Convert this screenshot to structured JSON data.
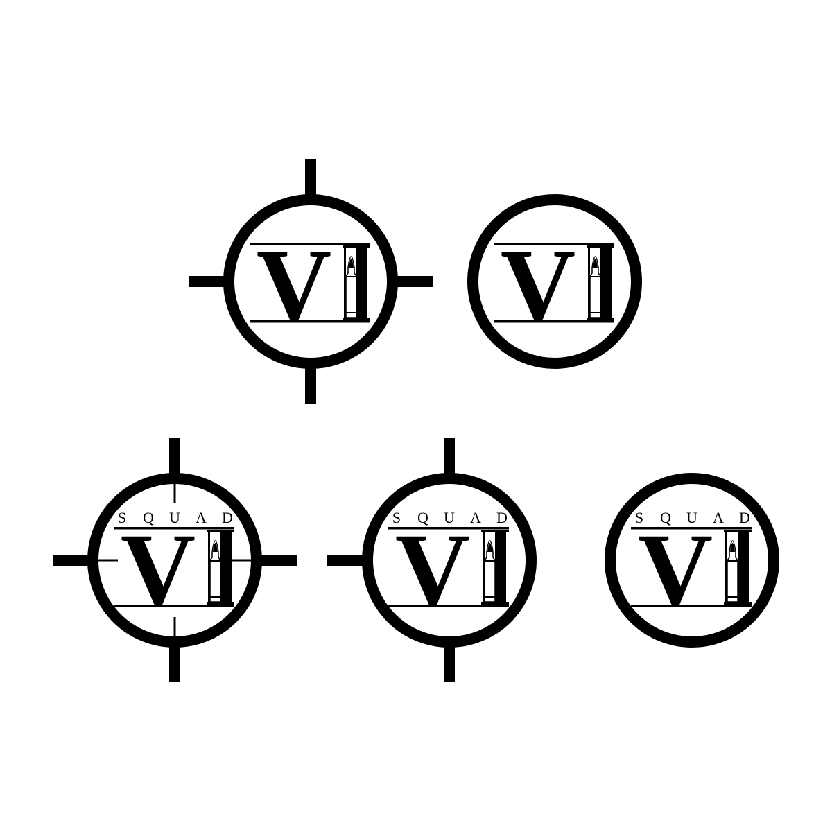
{
  "brand": {
    "monogram_letter": "V",
    "squad_word": "SQUAD",
    "ink_color": "#000000",
    "paper_color": "#ffffff"
  },
  "variants": [
    {
      "id": "crosshair-full",
      "crosshair": "full",
      "inner_ticks": false,
      "has_squad_word": false
    },
    {
      "id": "ring-only",
      "crosshair": "none",
      "inner_ticks": false,
      "has_squad_word": false
    },
    {
      "id": "squad-crosshair-full-inner",
      "crosshair": "full",
      "inner_ticks": true,
      "has_squad_word": true
    },
    {
      "id": "squad-crosshair-three",
      "crosshair": "no-right",
      "inner_ticks": false,
      "has_squad_word": true
    },
    {
      "id": "squad-ring-only",
      "crosshair": "none",
      "inner_ticks": false,
      "has_squad_word": true
    }
  ],
  "icons": {
    "bullet": "bullet-cartridge-icon",
    "reticle": "crosshair-reticle-icon"
  }
}
